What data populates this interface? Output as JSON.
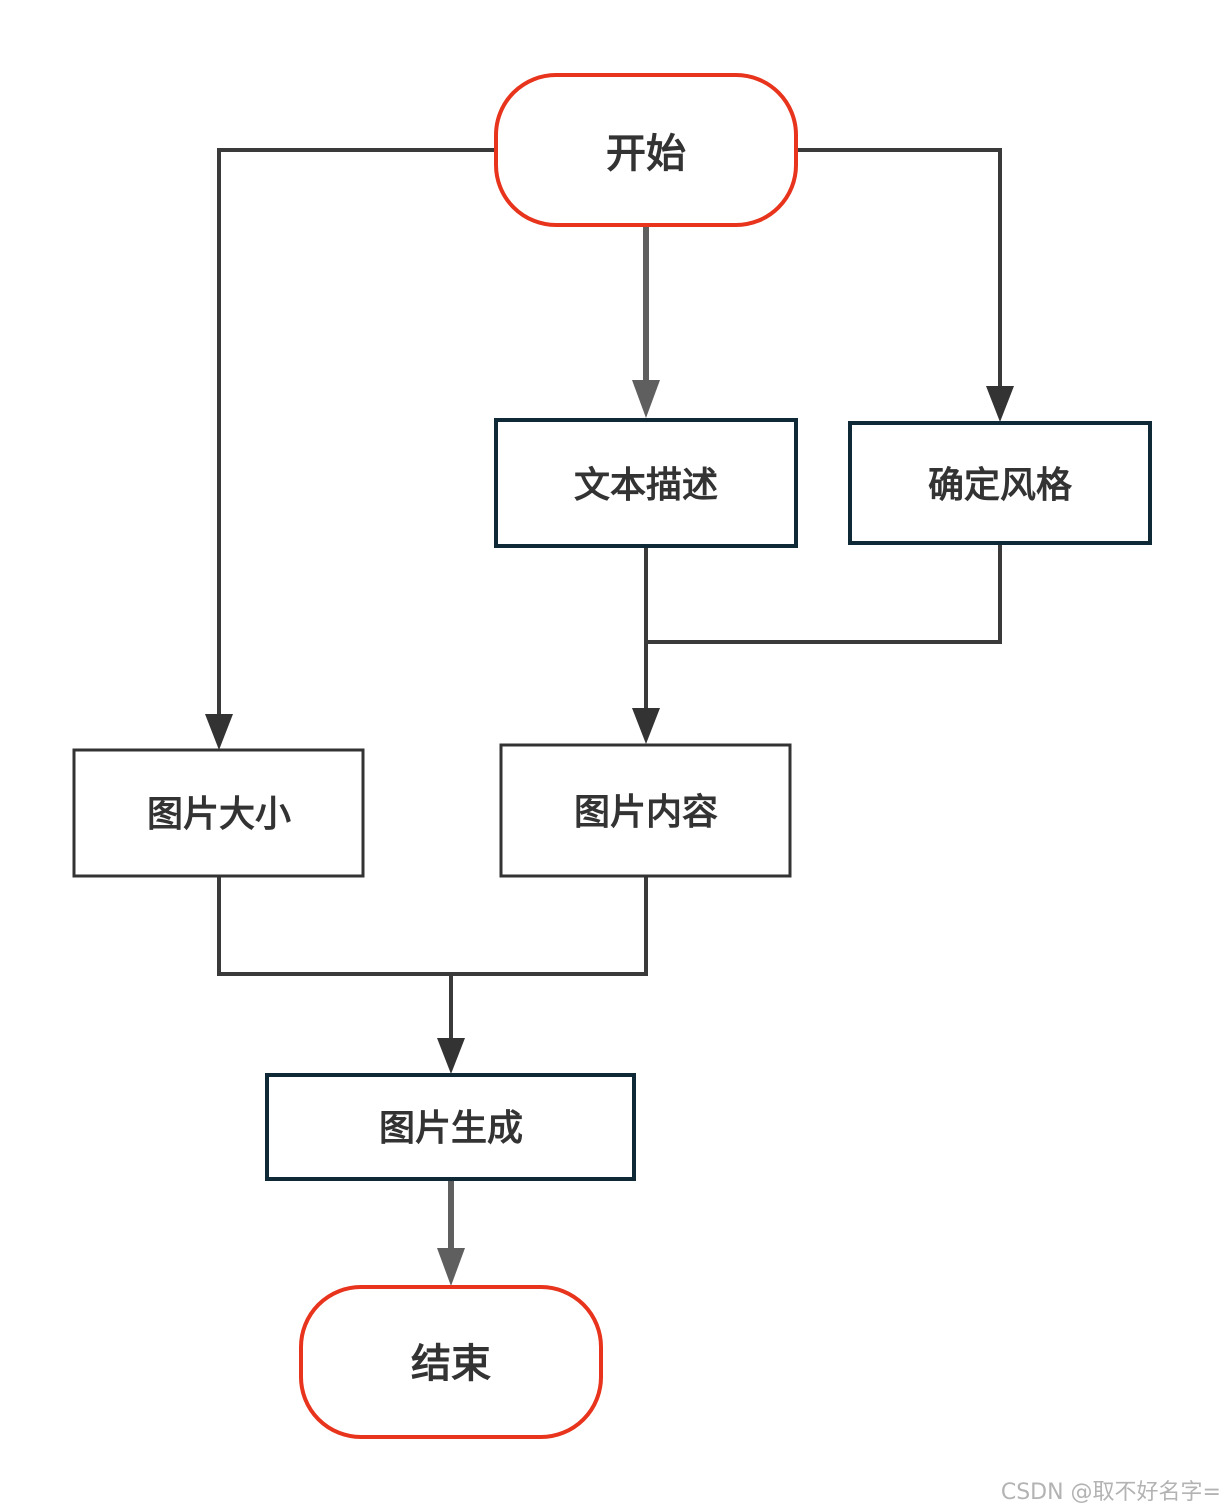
{
  "diagram": {
    "nodes": {
      "start": "开始",
      "text_desc": "文本描述",
      "style": "确定风格",
      "image_size": "图片大小",
      "image_content": "图片内容",
      "image_gen": "图片生成",
      "end": "结束"
    },
    "edges": [
      {
        "from": "start",
        "to": "image_size"
      },
      {
        "from": "start",
        "to": "text_desc"
      },
      {
        "from": "start",
        "to": "style"
      },
      {
        "from": "text_desc",
        "to": "image_content"
      },
      {
        "from": "style",
        "to": "image_content"
      },
      {
        "from": "image_size",
        "to": "image_gen"
      },
      {
        "from": "image_content",
        "to": "image_gen"
      },
      {
        "from": "image_gen",
        "to": "end"
      }
    ],
    "colors": {
      "terminal_border": "#e8341c",
      "box_border_dark": "#0f2a36",
      "box_border": "#333333",
      "line": "#3a3a3a",
      "line_light": "#5f5f5f",
      "text": "#333333"
    }
  },
  "watermark": "CSDN @取不好名字="
}
